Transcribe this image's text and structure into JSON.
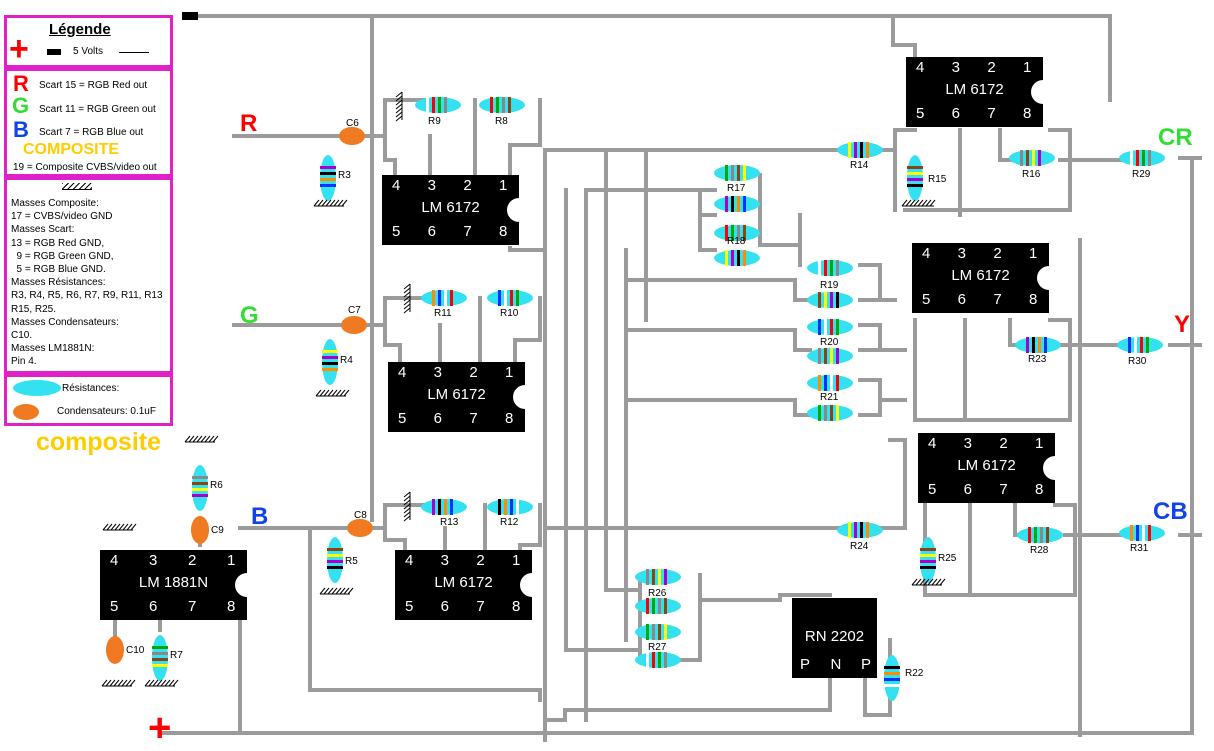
{
  "legend": {
    "title": "Légende",
    "five_volts": "5 Volts",
    "r_letter": "R",
    "r_text": "Scart 15 = RGB Red out",
    "g_letter": "G",
    "g_text": "Scart 11 = RGB Green out",
    "b_letter": "B",
    "b_text": "Scart 7 = RGB Blue out",
    "composite_heading": "COMPOSITE",
    "composite_text": "19 = Composite CVBS/video out",
    "masses": [
      "Masses Composite:",
      "17 = CVBS/video GND",
      "Masses Scart:",
      "13 = RGB Red GND,",
      "  9 = RGB Green GND,",
      "  5 = RGB Blue GND.",
      "Masses Résistances:",
      "R3, R4, R5, R6, R7, R9, R11, R13",
      "R15, R25.",
      "Masses Condensateurs:",
      "C10.",
      "Masses LM1881N:",
      "Pin 4."
    ],
    "resistances": "Résistances:",
    "condensateurs": "Condensateurs:  0.1uF"
  },
  "colors": {
    "frame": "#e020c8",
    "wire": "#9b9b9b",
    "resistor": "#33e1f0",
    "capacitor": "#f07a22",
    "red": "#ff0000",
    "green": "#33dd33",
    "blue": "#0f44e8",
    "yellow": "#ffcc00"
  },
  "io": {
    "r": "R",
    "g": "G",
    "b": "B",
    "composite": "composite",
    "cr": "CR",
    "y": "Y",
    "cb": "CB",
    "minus": "−",
    "plus": "+"
  },
  "chips": [
    {
      "name": "LM 6172",
      "pins_top": [
        "4",
        "3",
        "2",
        "1"
      ],
      "pins_bottom": [
        "5",
        "6",
        "7",
        "8"
      ]
    },
    {
      "name": "LM 6172",
      "pins_top": [
        "4",
        "3",
        "2",
        "1"
      ],
      "pins_bottom": [
        "5",
        "6",
        "7",
        "8"
      ]
    },
    {
      "name": "LM 6172",
      "pins_top": [
        "4",
        "3",
        "2",
        "1"
      ],
      "pins_bottom": [
        "5",
        "6",
        "7",
        "8"
      ]
    },
    {
      "name": "LM 1881N",
      "pins_top": [
        "4",
        "3",
        "2",
        "1"
      ],
      "pins_bottom": [
        "5",
        "6",
        "7",
        "8"
      ]
    },
    {
      "name": "LM 6172",
      "pins_top": [
        "4",
        "3",
        "2",
        "1"
      ],
      "pins_bottom": [
        "5",
        "6",
        "7",
        "8"
      ]
    },
    {
      "name": "LM 6172",
      "pins_top": [
        "4",
        "3",
        "2",
        "1"
      ],
      "pins_bottom": [
        "5",
        "6",
        "7",
        "8"
      ]
    },
    {
      "name": "LM 6172",
      "pins_top": [
        "4",
        "3",
        "2",
        "1"
      ],
      "pins_bottom": [
        "5",
        "6",
        "7",
        "8"
      ]
    },
    {
      "name": "RN 2202",
      "pins_bottom": [
        "P",
        "N",
        "P"
      ]
    }
  ],
  "resistors": [
    "R3",
    "R4",
    "R5",
    "R6",
    "R7",
    "R8",
    "R9",
    "R10",
    "R11",
    "R12",
    "R13",
    "R14",
    "R15",
    "R16",
    "R17",
    "R18",
    "R19",
    "R20",
    "R21",
    "R22",
    "R23",
    "R24",
    "R25",
    "R26",
    "R27",
    "R28",
    "R29",
    "R30",
    "R31"
  ],
  "capacitors": [
    "C6",
    "C7",
    "C8",
    "C9",
    "C10"
  ]
}
